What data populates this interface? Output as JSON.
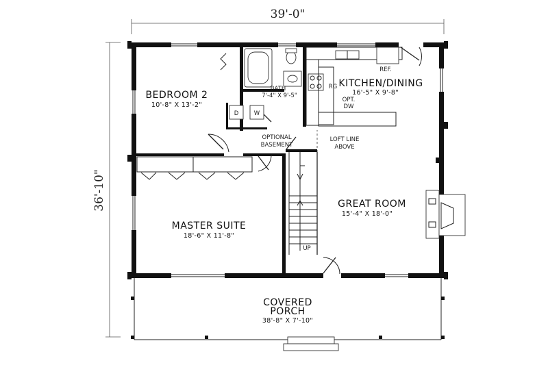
{
  "dimensions": {
    "width_label": "39'-0\"",
    "depth_label": "36'-10\""
  },
  "rooms": {
    "bedroom2": {
      "name": "BEDROOM 2",
      "size": "10'-8\" X 13'-2\""
    },
    "bath": {
      "name": "BATH",
      "size": "7'-4\" X 9'-5\""
    },
    "kitchen": {
      "name": "KITCHEN/DINING",
      "size": "16'-5\" X 9'-8\""
    },
    "master": {
      "name": "MASTER SUITE",
      "size": "18'-6\" X 11'-8\""
    },
    "great": {
      "name": "GREAT ROOM",
      "size": "15'-4\" X 18'-0\""
    },
    "porch": {
      "name_line1": "COVERED",
      "name_line2": "PORCH",
      "size": "38'-8\" X 7'-10\""
    }
  },
  "labels": {
    "ref": "REF.",
    "range": "RG",
    "opt": "OPT.",
    "dw": "DW",
    "dryer": "D",
    "washer": "W",
    "optional_basement_1": "OPTIONAL",
    "optional_basement_2": "BASEMENT",
    "loft_line_1": "LOFT LINE",
    "loft_line_2": "ABOVE",
    "up": "UP"
  }
}
